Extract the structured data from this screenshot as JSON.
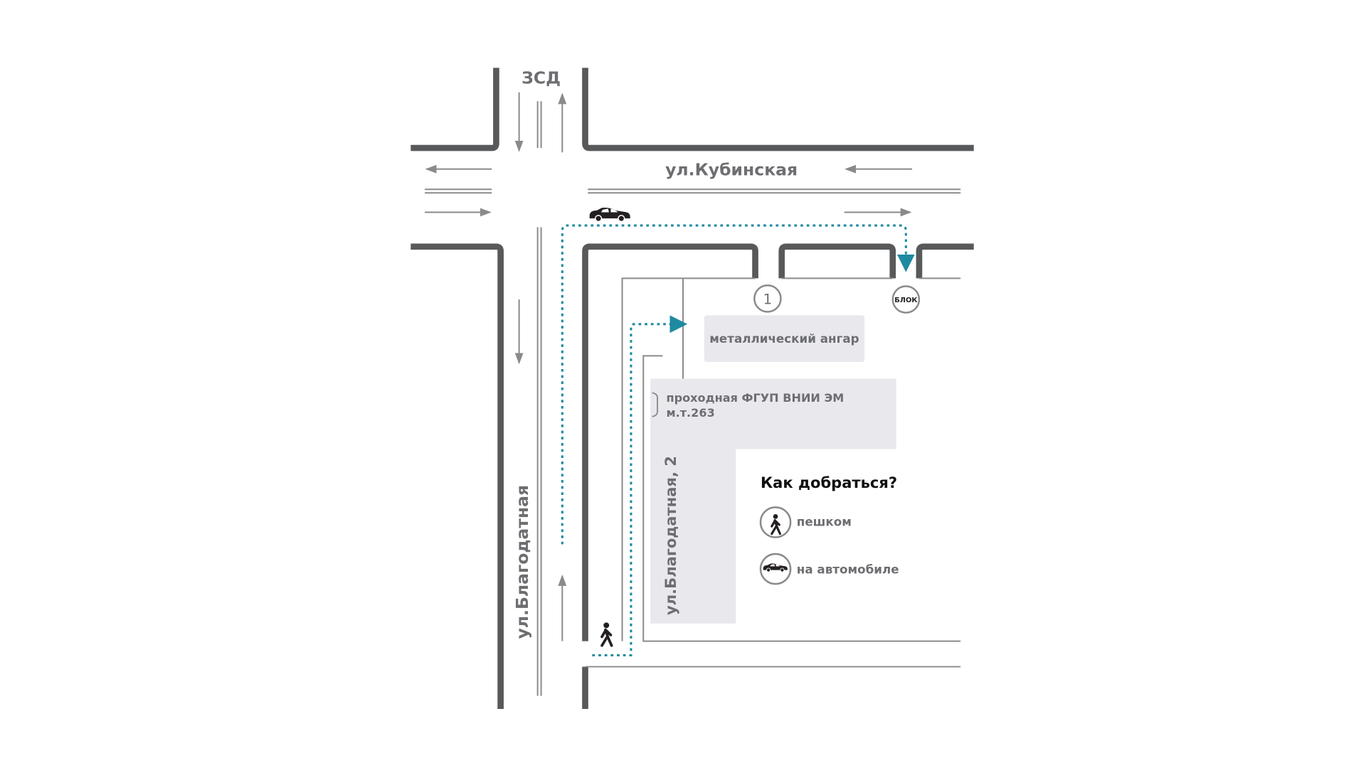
{
  "map": {
    "street_top": "ЗСД",
    "street_horizontal": "ул.Кубинская",
    "street_vertical": "ул.Благодатная",
    "address": "ул.Благодатная, 2",
    "marker_1": "1",
    "marker_block": "БЛОК",
    "building_hangar": "металлический ангар",
    "checkpoint_line1": "проходная ФГУП ВНИИ ЭМ",
    "checkpoint_line2": "м.т.263",
    "route_color": "#1e8aa0"
  },
  "legend": {
    "title": "Как добраться?",
    "items": [
      {
        "icon": "pedestrian-icon",
        "label": "пешком"
      },
      {
        "icon": "car-icon",
        "label": "на автомобиле"
      }
    ]
  }
}
